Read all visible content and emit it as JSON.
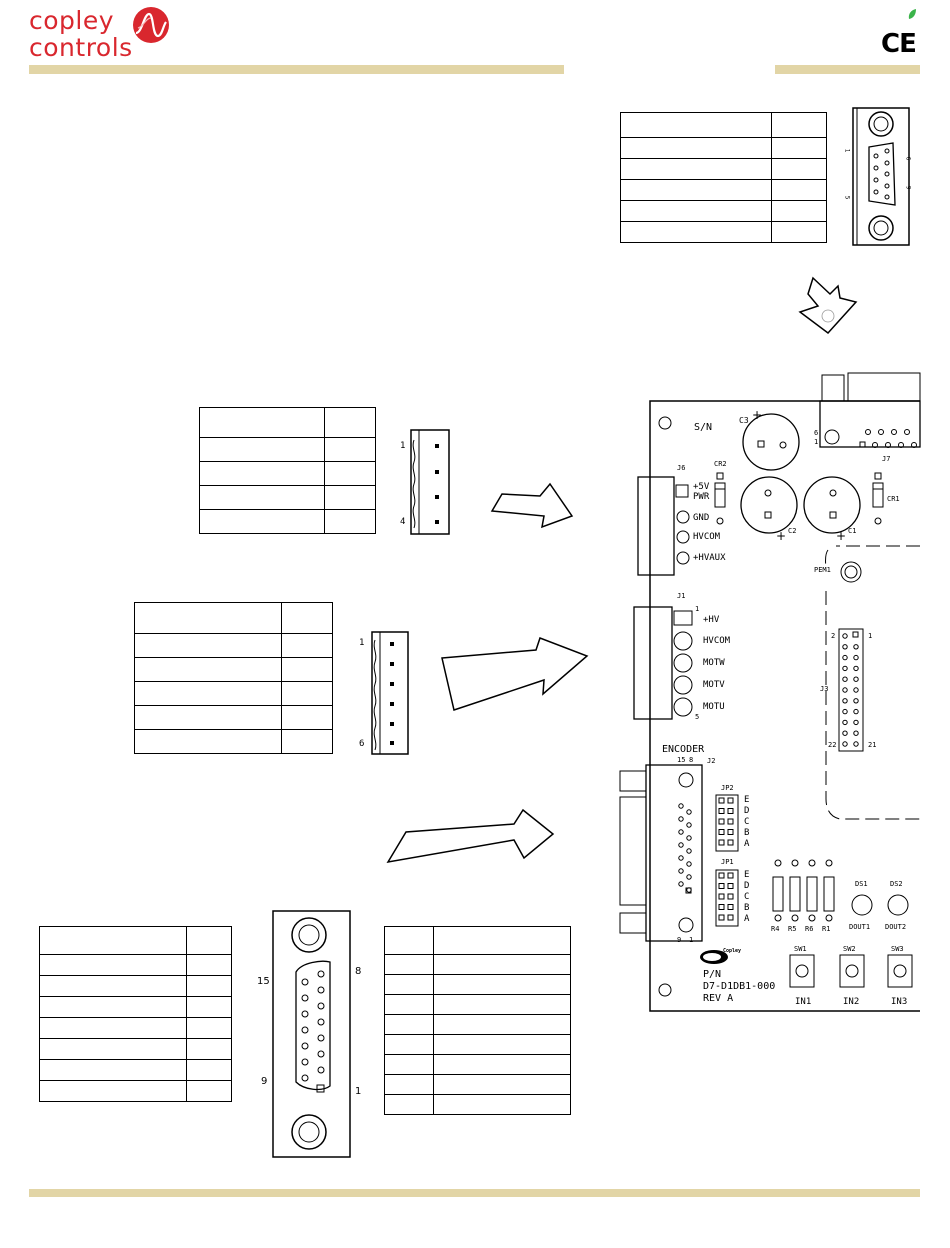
{
  "header": {
    "logo_line1": "copley",
    "logo_line2": "controls",
    "ce_mark": "CE",
    "leaf_icon": "leaf-icon",
    "brand_color": "#d9272e",
    "rule_color": "#e2d5a6"
  },
  "board": {
    "sn": "S/N",
    "c3": "C3",
    "c1": "C1",
    "c2": "C2",
    "j6": "J6",
    "j7": "J7",
    "cr2": "CR2",
    "cr1": "CR1",
    "p5v": "+5V",
    "pwr": "PWR",
    "gnd": "GND",
    "hvcom_j6": "HVCOM",
    "hvaux": "+HVAUX",
    "pem1": "PEM1",
    "j1": "J1",
    "hv": "+HV",
    "hvcom_j1": "HVCOM",
    "motw": "MOTW",
    "motv": "MOTV",
    "motu": "MOTU",
    "j1_pin1": "1",
    "j1_pin5": "5",
    "j3": "J3",
    "j3_pin2": "2",
    "j3_pin1": "1",
    "j3_pin22": "22",
    "j3_pin21": "21",
    "encoder": "ENCODER",
    "enc_15": "15",
    "enc_8": "8",
    "j2": "J2",
    "jp2": "JP2",
    "jp1": "JP1",
    "enc_9": "9",
    "enc_1": "1",
    "j7_6": "6",
    "j7_1": "1",
    "jumper_letters": [
      "E",
      "D",
      "C",
      "B",
      "A"
    ],
    "r4": "R4",
    "r5": "R5",
    "r6": "R6",
    "r1": "R1",
    "ds1": "DS1",
    "ds2": "DS2",
    "dout1": "DOUT1",
    "dout2": "DOUT2",
    "sw1": "SW1",
    "sw2": "SW2",
    "sw3": "SW3",
    "in1": "IN1",
    "in2": "IN2",
    "in3": "IN3",
    "pn": "P/N",
    "pn_value": "D7-D1DB1-000",
    "rev": "REV A",
    "copley_small": "Copley"
  },
  "connectors": {
    "db9_pin1": "1",
    "db9_pin5": "5",
    "db9_pin6": "6",
    "db9_pin9": "9",
    "j6_pin1": "1",
    "j6_pin4": "4",
    "j1_pin1": "1",
    "j1_pin6": "6",
    "db15_pin15": "15",
    "db15_pin8": "8",
    "db15_pin9": "9",
    "db15_pin1": "1"
  }
}
